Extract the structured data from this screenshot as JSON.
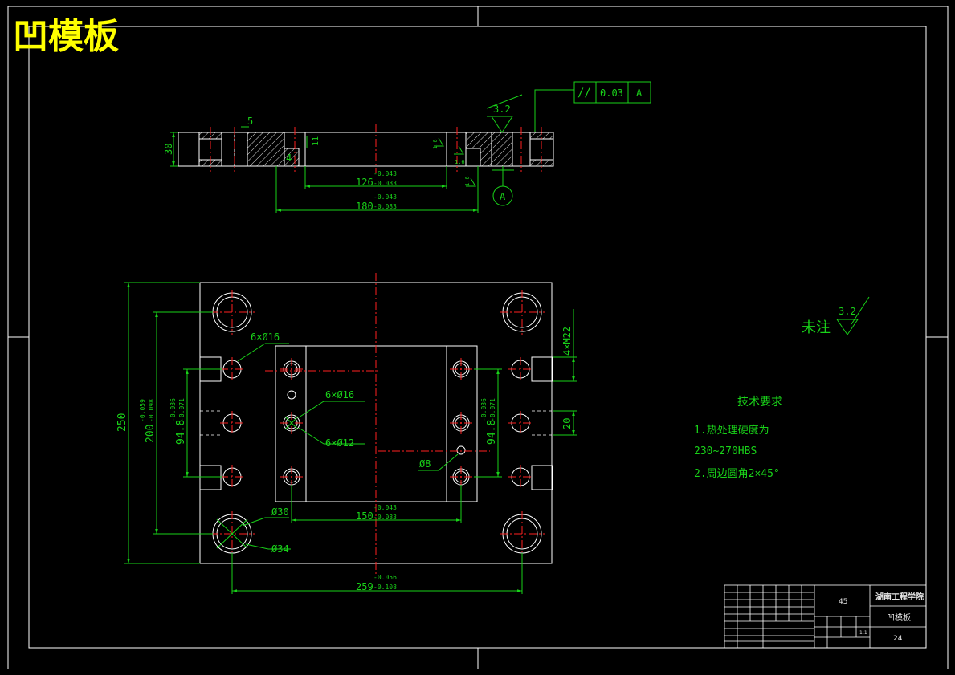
{
  "title": "凹模板",
  "top_view": {
    "thickness": "30",
    "step": "5",
    "depth1": "11",
    "depth2": "4",
    "roughness_1": "1.6",
    "roughness_2": "1.6",
    "roughness_3": "1.6",
    "dim_126": "126",
    "dim_126_tol_up": "-0.043",
    "dim_126_tol_lo": "-0.083",
    "dim_180": "180",
    "dim_180_tol_up": "-0.043",
    "dim_180_tol_lo": "-0.083",
    "surface_roughness": "3.2",
    "tolerance_symbol": "//",
    "tolerance_value": "0.03",
    "datum_ref": "A",
    "datum_label": "A"
  },
  "plan_view": {
    "dim_250": "250",
    "dim_200": "200",
    "dim_200_tol_up": "-0.059",
    "dim_200_tol_lo": "-0.098",
    "dim_94_left": "94.8",
    "dim_94_left_tol_up": "-0.036",
    "dim_94_left_tol_lo": "-0.071",
    "dim_94_right": "94.8",
    "dim_94_right_tol_up": "-0.036",
    "dim_94_right_tol_lo": "-0.071",
    "holes_16a": "6×Ø16",
    "holes_16b": "6×Ø16",
    "holes_12": "6×Ø12",
    "hole_8": "Ø8",
    "hole_30": "Ø30",
    "hole_34": "Ø34",
    "thread": "4×M22",
    "dim_20": "20",
    "dim_150": "150",
    "dim_150_tol_up": "-0.043",
    "dim_150_tol_lo": "-0.083",
    "dim_259": "259",
    "dim_259_tol_up": "-0.056",
    "dim_259_tol_lo": "-0.108"
  },
  "notes": {
    "remaining_label": "未注",
    "remaining_roughness": "3.2",
    "tech_title": "技术要求",
    "line1": "1.热处理硬度为",
    "line2": "230~270HBS",
    "line3": "2.周边圆角2×45°"
  },
  "title_block": {
    "material": "45",
    "school": "湖南工程学院",
    "part_name": "凹模板",
    "drawing_no": "24",
    "scale": "1:1"
  },
  "colors": {
    "background": "#000000",
    "outline": "#ffffff",
    "dimension": "#19d219",
    "centerline": "#ff2020",
    "title": "#ffff00"
  }
}
